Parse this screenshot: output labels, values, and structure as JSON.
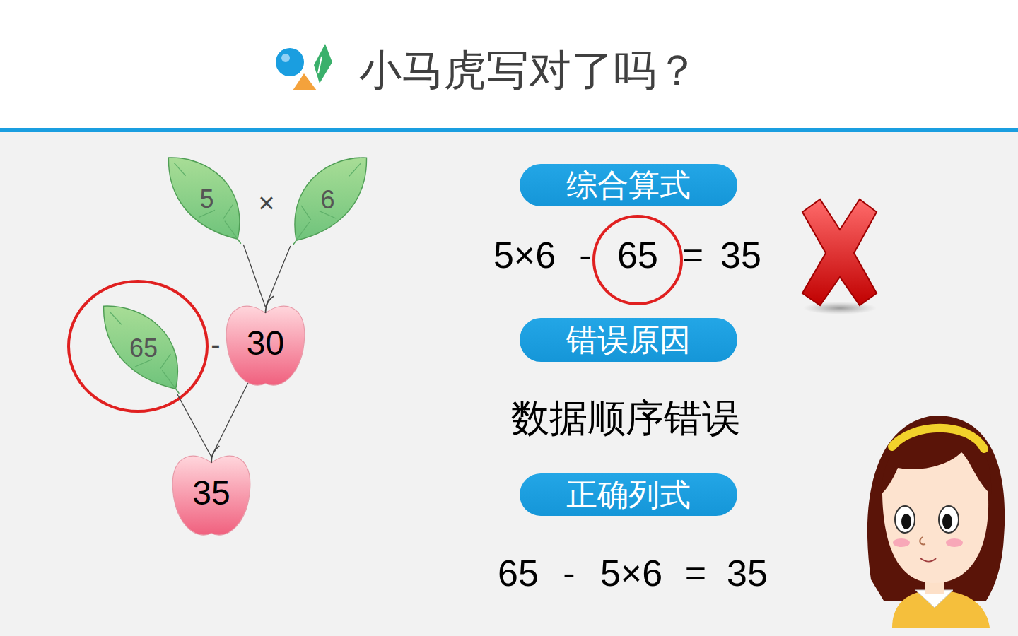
{
  "diagram": {
    "title": "小马虎写对了吗？",
    "nodes": [
      {
        "text": [
          "5"
        ]
      },
      {
        "text": [
          "6"
        ]
      },
      {
        "text": [
          "30"
        ]
      },
      {
        "text": [
          "65"
        ]
      },
      {
        "text": [
          "35"
        ]
      },
      {
        "text": [
          "综合算式"
        ]
      },
      {
        "text": [
          "错误原因"
        ]
      },
      {
        "text": [
          "正确列式"
        ]
      }
    ],
    "edges": [
      {
        "from": 0,
        "to": 2,
        "arrow": "none"
      },
      {
        "from": 1,
        "to": 2,
        "arrow": "none"
      },
      {
        "from": 3,
        "to": 4,
        "arrow": "none"
      },
      {
        "from": 2,
        "to": 4,
        "arrow": "none"
      }
    ],
    "labels": [
      "×",
      "-",
      "5×6",
      "-",
      "65",
      "=",
      "35",
      "数据顺序错误",
      "65",
      "-",
      "5×6",
      "=",
      "35"
    ]
  }
}
